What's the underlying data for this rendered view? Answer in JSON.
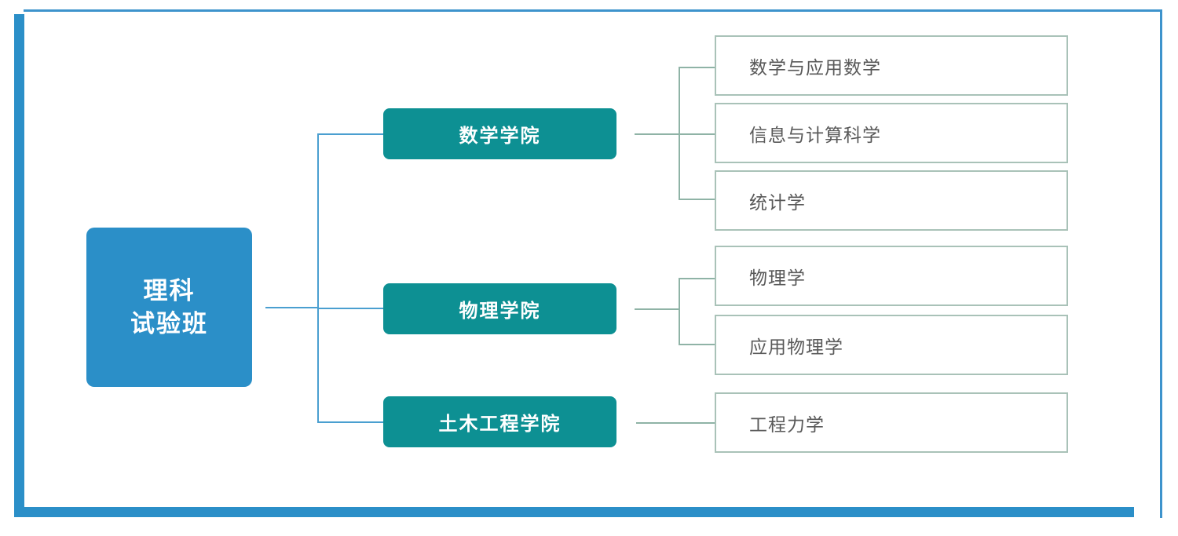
{
  "frame": {
    "accent_color": "#2b8fc8",
    "accent_thin_color": "#3d93cc"
  },
  "diagram": {
    "type": "org-chart",
    "root": {
      "label_line1": "理科",
      "label_line2": "试验班",
      "color": "#2b8fc8",
      "text_color": "#ffffff"
    },
    "department_color": "#0d9093",
    "major_border_color": "#a9c2b8",
    "major_text_color": "#595959",
    "departments": [
      {
        "label": "数学学院",
        "majors": [
          "数学与应用数学",
          "信息与计算科学",
          "统计学"
        ]
      },
      {
        "label": "物理学院",
        "majors": [
          "物理学",
          "应用物理学"
        ]
      },
      {
        "label": "土木工程学院",
        "majors": [
          "工程力学"
        ]
      }
    ]
  }
}
